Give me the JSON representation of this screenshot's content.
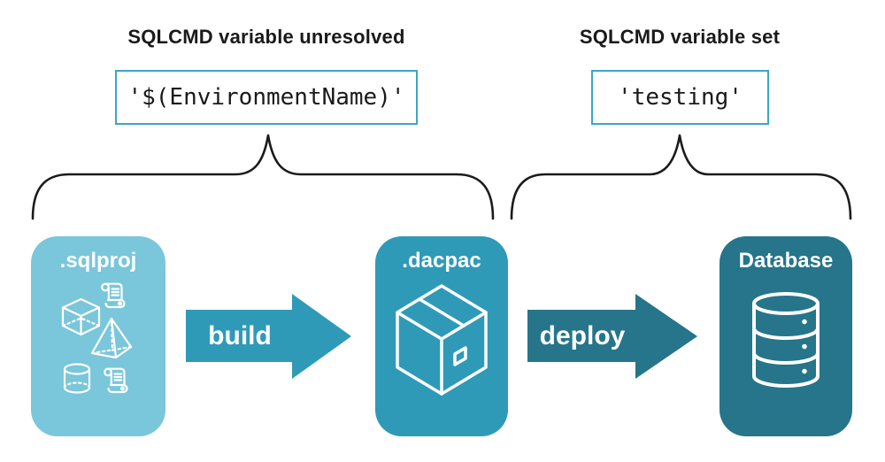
{
  "annotations": {
    "left": {
      "heading": "SQLCMD variable unresolved",
      "code_value": "'$(EnvironmentName)'"
    },
    "right": {
      "heading": "SQLCMD variable set",
      "code_value": "'testing'"
    }
  },
  "pipeline": {
    "nodes": [
      {
        "id": "sqlproj",
        "label": ".sqlproj",
        "icon": "sql-objects-icon",
        "color": "#7AC6DA"
      },
      {
        "id": "dacpac",
        "label": ".dacpac",
        "icon": "package-box-icon",
        "color": "#2F9AB8"
      },
      {
        "id": "database",
        "label": "Database",
        "icon": "database-cylinder-icon",
        "color": "#26758A"
      }
    ],
    "arrows": [
      {
        "id": "build",
        "label": "build",
        "color": "#2F9AB8"
      },
      {
        "id": "deploy",
        "label": "deploy",
        "color": "#26758A"
      }
    ]
  },
  "colors": {
    "background": "#FFFFFF",
    "code_box_border": "#3BA7C4",
    "heading_text": "#1A1A1A",
    "brace_stroke": "#1B1B1B",
    "card_text": "#FFFFFF"
  }
}
